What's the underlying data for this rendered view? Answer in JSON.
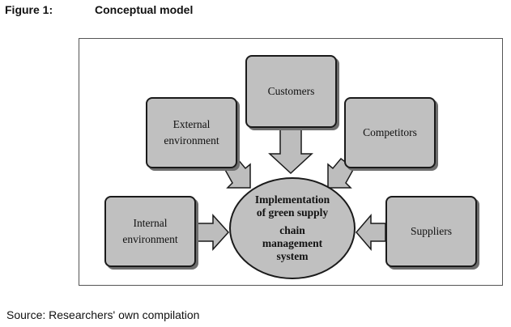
{
  "figure": {
    "label": "Figure 1:",
    "title": "Conceptual model"
  },
  "diagram": {
    "center": {
      "line1": "Implementation",
      "line2": "of green supply",
      "line3": "chain",
      "line4": "management",
      "line5": "system"
    },
    "boxes": {
      "customers": "Customers",
      "external": "External\nenvironment",
      "competitors": "Competitors",
      "internal": "Internal\nenvironment",
      "suppliers": "Suppliers"
    }
  },
  "source": "Source: Researchers' own compilation",
  "colors": {
    "box_fill": "#c0c0c0",
    "box_border": "#1a1a1a",
    "shadow": "#6e6e6e"
  }
}
